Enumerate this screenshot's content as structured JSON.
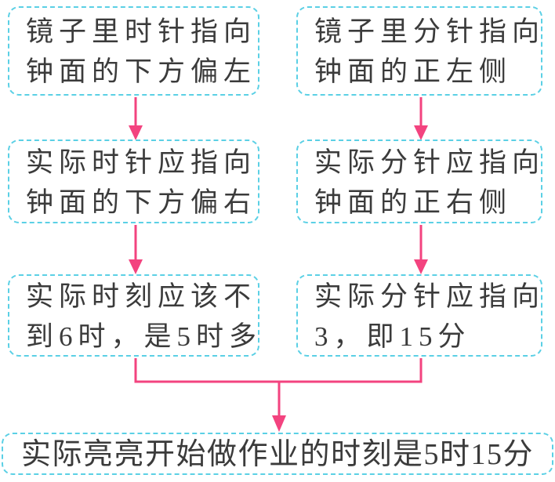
{
  "diagram": {
    "type": "flowchart",
    "topic": "mirror-clock-reasoning",
    "colors": {
      "box_border": "#5bd0e5",
      "arrow": "#f3437f",
      "text": "#3b3b3b",
      "background": "#ffffff"
    },
    "boxes": [
      {
        "id": "mirror-hour-hand",
        "lines": [
          "镜子里时针指向",
          "钟面的下方偏左"
        ]
      },
      {
        "id": "mirror-minute-hand",
        "lines": [
          "镜子里分针指向",
          "钟面的正左侧"
        ]
      },
      {
        "id": "actual-hour-hand",
        "lines": [
          "实际时针应指向",
          "钟面的下方偏右"
        ]
      },
      {
        "id": "actual-minute-hand",
        "lines": [
          "实际分针应指向",
          "钟面的正右侧"
        ]
      },
      {
        "id": "actual-hour-reading",
        "lines": [
          "实际时刻应该不",
          "到6时，是5时多"
        ]
      },
      {
        "id": "actual-minute-reading",
        "lines": [
          "实际分针应指向",
          "3，即15分"
        ]
      },
      {
        "id": "conclusion",
        "lines": [
          "实际亮亮开始做作业的时刻是5时15分"
        ]
      }
    ],
    "edges": [
      {
        "from": "mirror-hour-hand",
        "to": "actual-hour-hand"
      },
      {
        "from": "mirror-minute-hand",
        "to": "actual-minute-hand"
      },
      {
        "from": "actual-hour-hand",
        "to": "actual-hour-reading"
      },
      {
        "from": "actual-minute-hand",
        "to": "actual-minute-reading"
      },
      {
        "from": "actual-hour-reading",
        "to": "conclusion"
      },
      {
        "from": "actual-minute-reading",
        "to": "conclusion"
      }
    ]
  }
}
